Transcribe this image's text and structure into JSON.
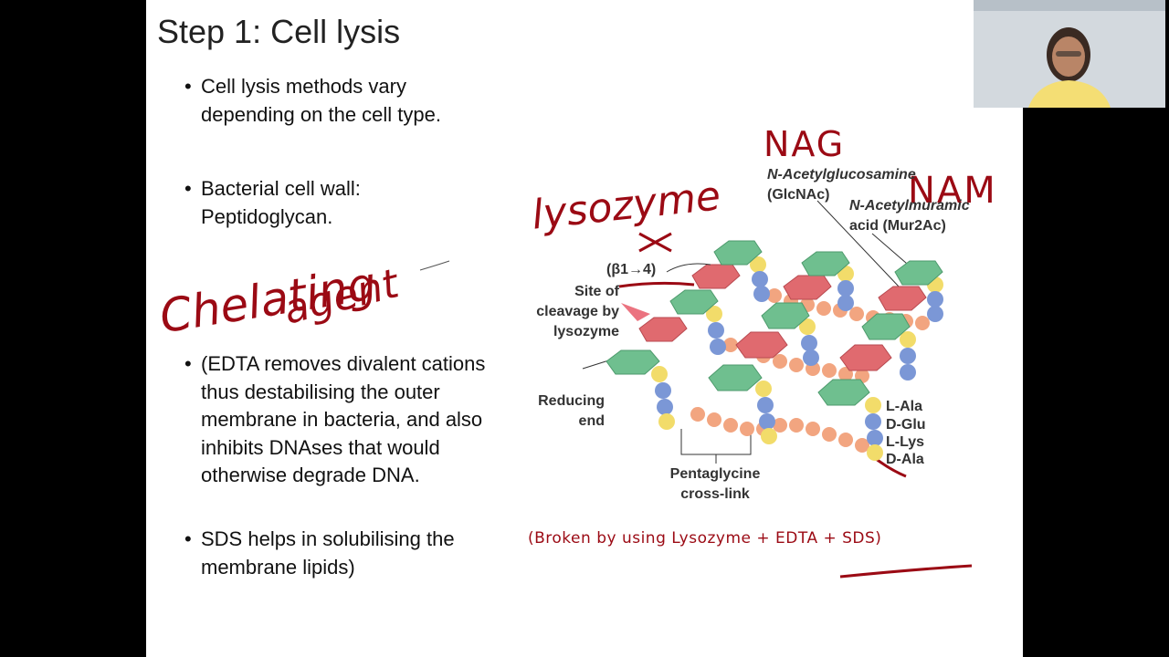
{
  "slide": {
    "title": "Step 1: Cell lysis",
    "bullets": [
      "Cell lysis methods vary depending on the cell type.",
      "Bacterial cell wall: Peptidoglycan.",
      "(EDTA removes divalent cations thus destabilising the outer membrane in bacteria, and also inhibits DNAses that would otherwise degrade DNA.",
      "SDS helps in solubilising the membrane lipids)"
    ],
    "bullet_symbol": "•"
  },
  "diagram": {
    "labels": {
      "nag_full": "N-Acetylglucosamine",
      "nag_abbr": "(GlcNAc)",
      "nam_full": "N-Acetylmuramic",
      "nam_abbr": "acid (Mur2Ac)",
      "bond": "(β1→4)",
      "site1": "Site of",
      "site2": "cleavage by",
      "site3": "lysozyme",
      "reducing1": "Reducing",
      "reducing2": "end",
      "ala1": "L-Ala",
      "glu": "D-Glu",
      "lys": "L-Lys",
      "ala2": "D-Ala",
      "penta1": "Pentaglycine",
      "penta2": "cross-link"
    },
    "colors": {
      "green": "#6fbf8f",
      "red": "#e06a6f",
      "yellow": "#f2dc6a",
      "blue": "#7b97d6",
      "peach": "#f2a580"
    }
  },
  "annotations": {
    "nag": "NAG",
    "nam": "NAM",
    "lysozyme": "lysozyme",
    "chelating": "Chelating",
    "agent": "agent",
    "broken": "(Broken by using Lysozyme + EDTA + SDS)"
  },
  "webcam": {
    "icon": "person-icon"
  }
}
